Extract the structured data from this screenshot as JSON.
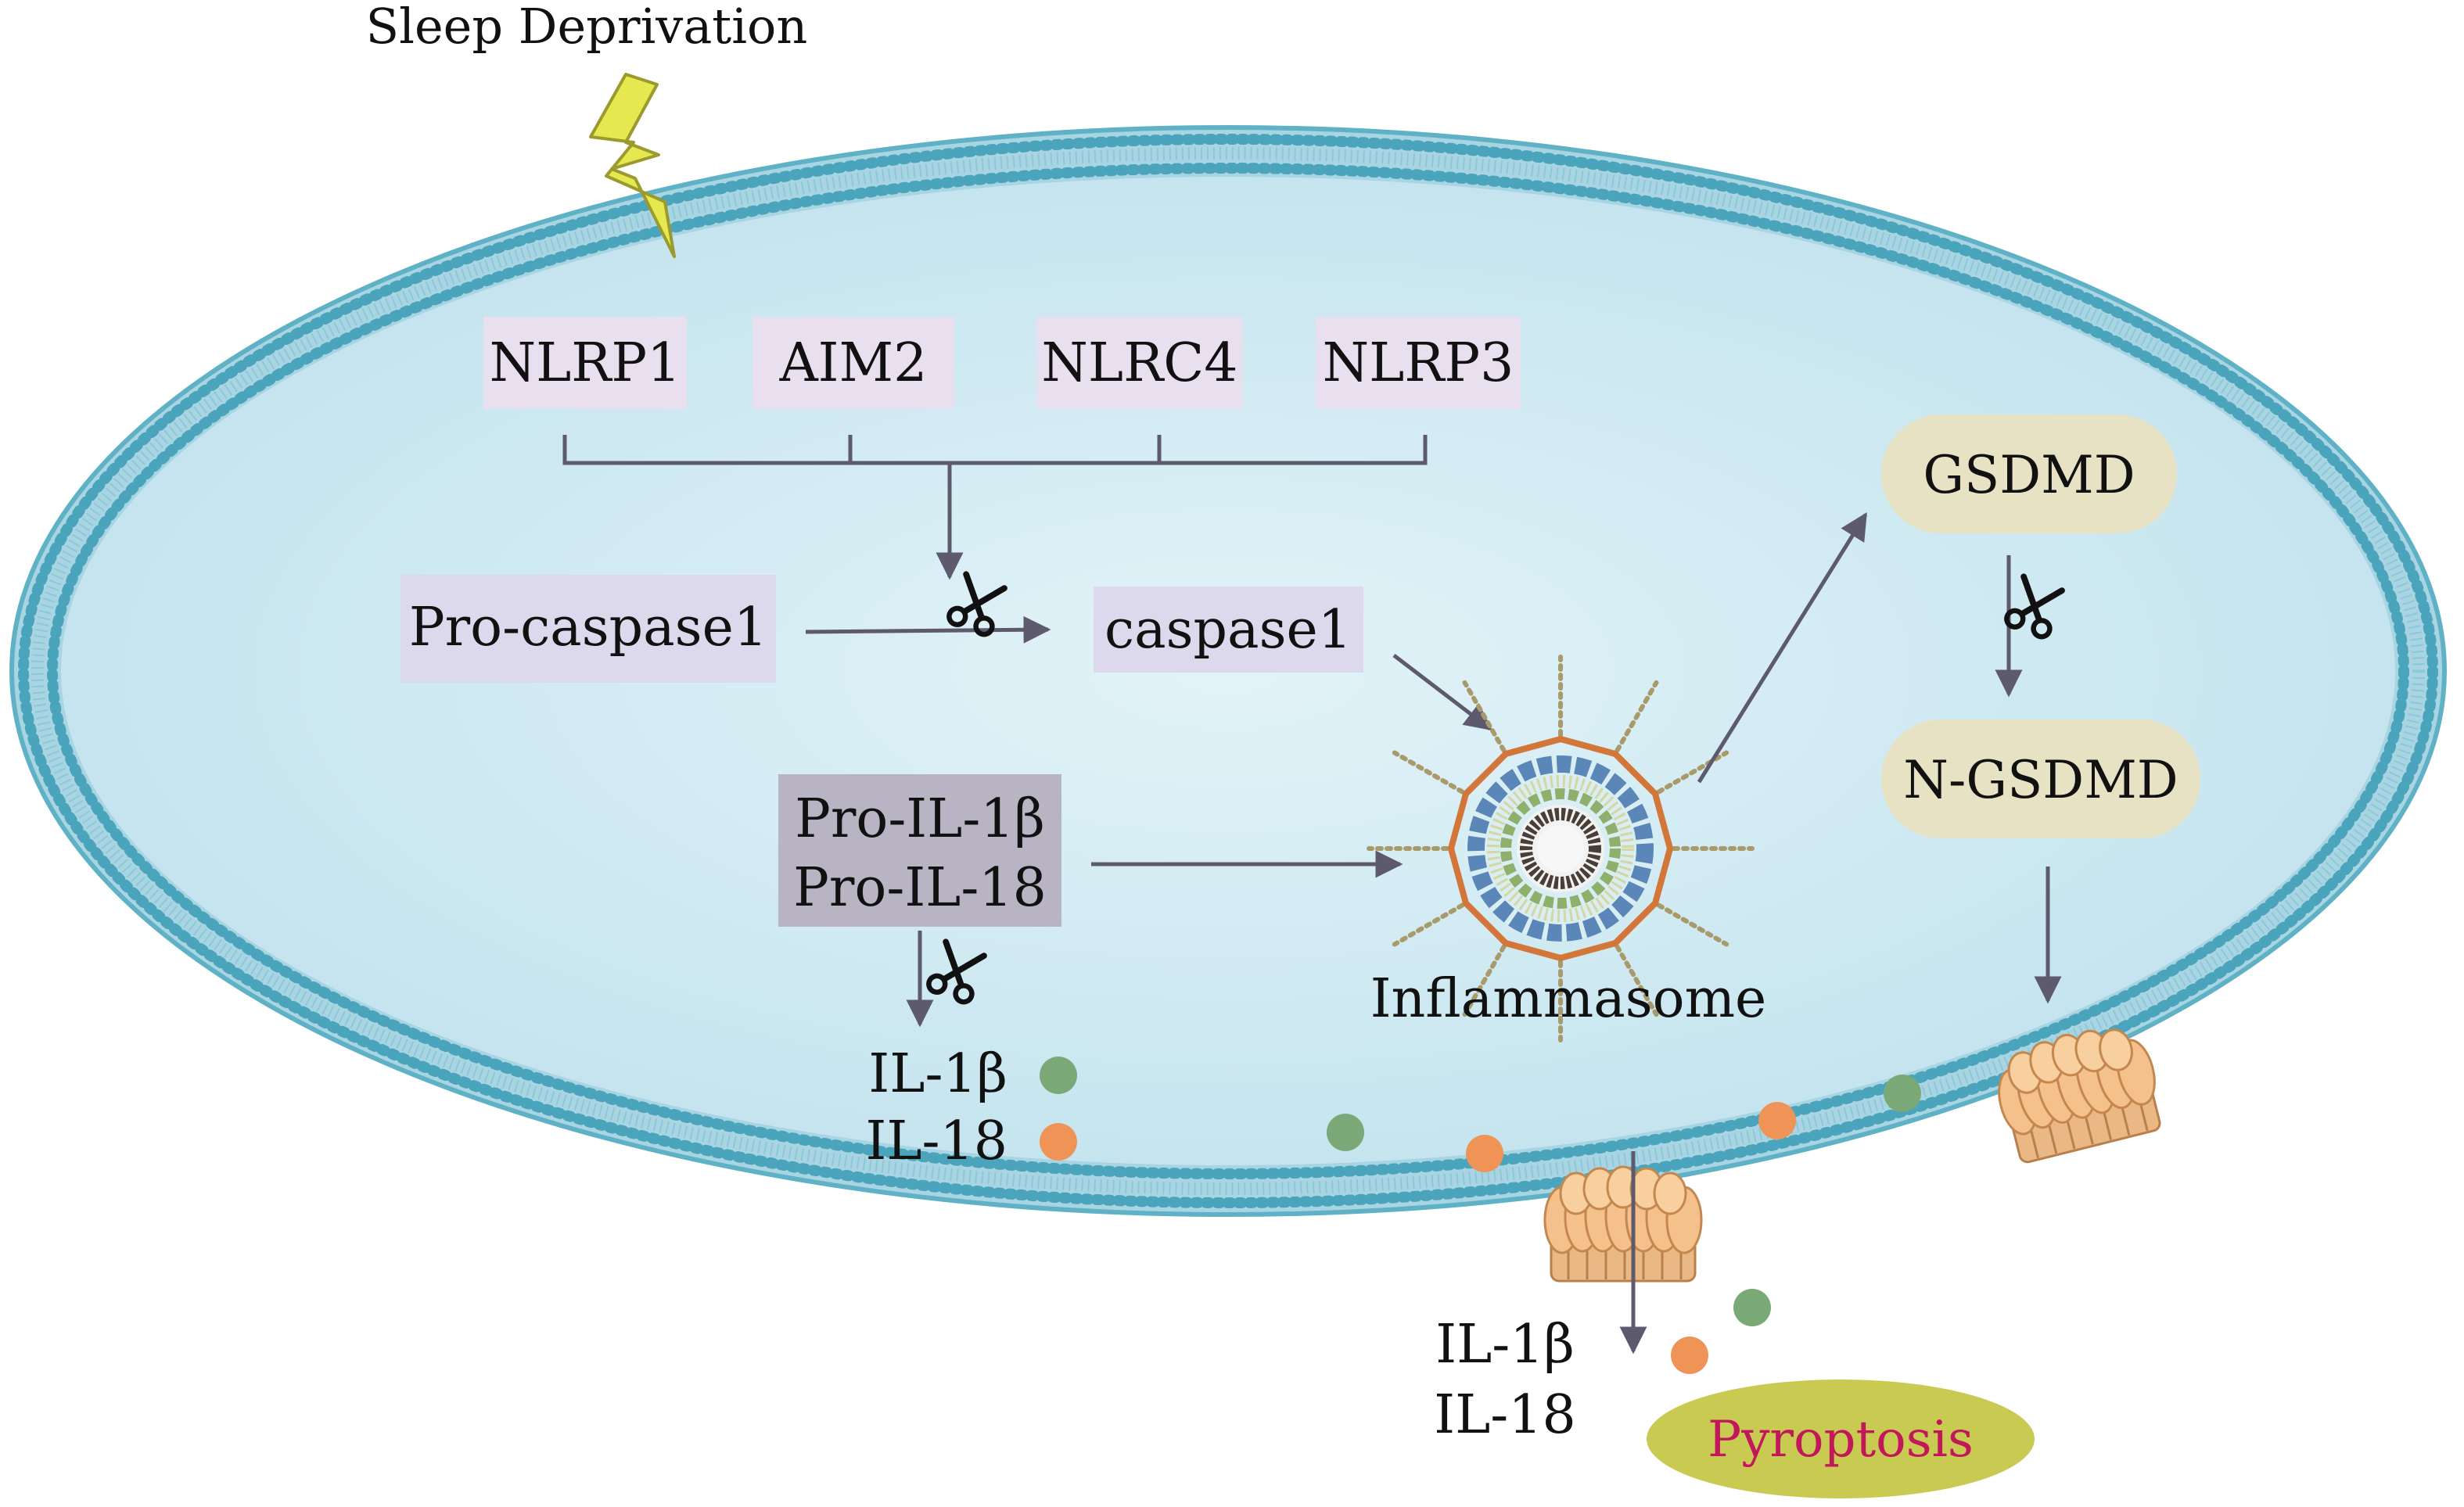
{
  "trigger": {
    "label": "Sleep Deprivation",
    "icon": "lightning-bolt-icon"
  },
  "sensors": [
    {
      "id": "nlrp1",
      "label": "NLRP1"
    },
    {
      "id": "aim2",
      "label": "AIM2"
    },
    {
      "id": "nlrc4",
      "label": "NLRC4"
    },
    {
      "id": "nlrp3",
      "label": "NLRP3"
    }
  ],
  "caspase": {
    "pro": "Pro-caspase1",
    "active": "caspase1"
  },
  "cytokine_precursors": {
    "line1": "Pro-IL-1β",
    "line2": "Pro-IL-18"
  },
  "inflammasome": {
    "label": "Inflammasome"
  },
  "gasdermin": {
    "full": "GSDMD",
    "cleaved": "N-GSDMD"
  },
  "cytokines_inside": {
    "il1b": "IL-1β",
    "il18": "IL-18"
  },
  "cytokines_outside": {
    "il1b": "IL-1β",
    "il18": "IL-18"
  },
  "outcome": {
    "label": "Pyroptosis"
  },
  "colors": {
    "cytoplasm": "#cfe9f1",
    "membrane": "#6cb8cc",
    "sensor_box": "#e9e0ef",
    "caspase_box": "#ddd9ec",
    "precursor_box": "#b9b4c4",
    "gasdermin_pill": "#e8e2c4",
    "arrow": "#5d5a6e",
    "il1b": "#7aa877",
    "il18": "#ef9456",
    "bolt": "#e6e84f",
    "pore": "#f4c08b",
    "pyroptosis_fill": "#c8ca52",
    "pyroptosis_text": "#c2185b"
  }
}
